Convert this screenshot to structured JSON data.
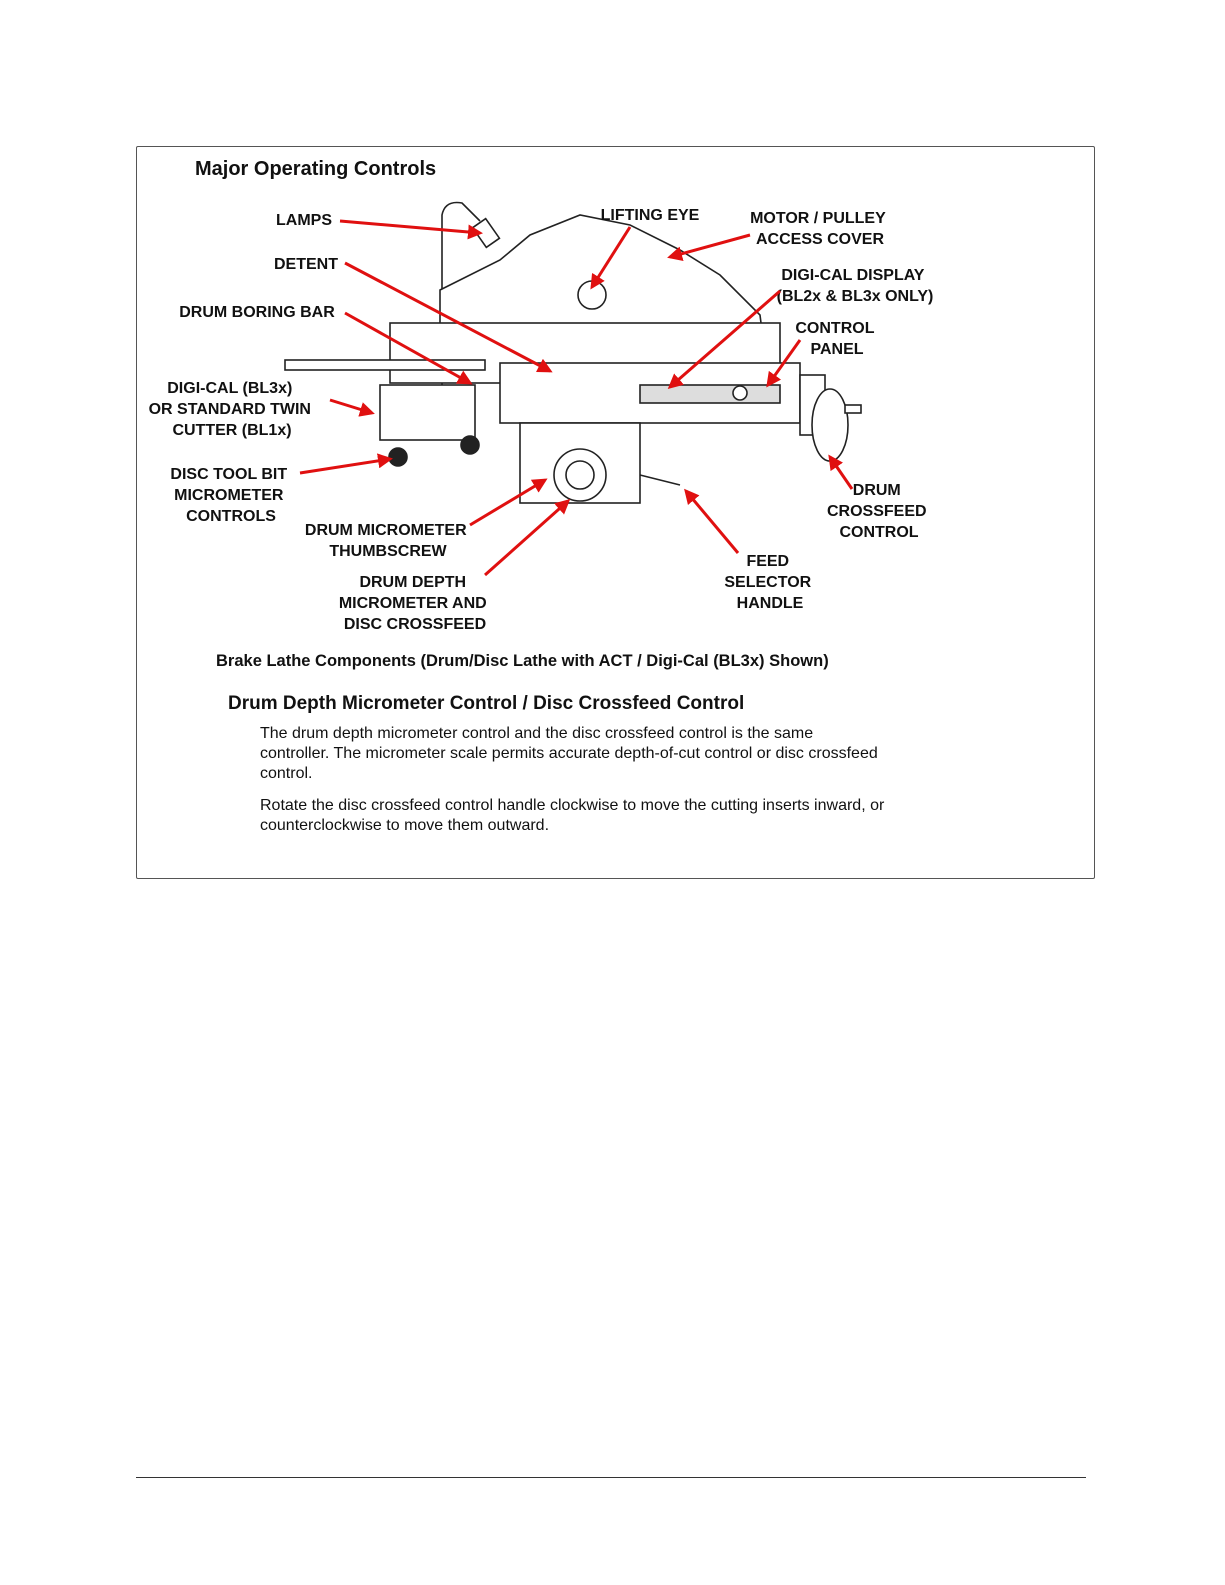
{
  "figure": {
    "heading": "Major Operating Controls",
    "labels": {
      "lamps": [
        "LAMPS"
      ],
      "lifting_eye": [
        "LIFTING EYE"
      ],
      "motor_cover": [
        "MOTOR / PULLEY",
        "ACCESS COVER"
      ],
      "detent": [
        "DETENT"
      ],
      "digi_cal_display": [
        "DIGI-CAL DISPLAY",
        "(BL2x & BL3x ONLY)"
      ],
      "drum_boring_bar": [
        "DRUM BORING BAR"
      ],
      "control_panel": [
        "CONTROL",
        "PANEL"
      ],
      "twin_cutter": [
        "DIGI-CAL (BL3x)",
        "OR STANDARD TWIN",
        "CUTTER (BL1x)"
      ],
      "disc_tool_bit": [
        "DISC TOOL BIT",
        "MICROMETER",
        "CONTROLS"
      ],
      "drum_crossfeed": [
        "DRUM",
        "CROSSFEED",
        "CONTROL"
      ],
      "drum_thumbscrew": [
        "DRUM MICROMETER",
        "THUMBSCREW"
      ],
      "feed_selector": [
        "FEED",
        "SELECTOR",
        "HANDLE"
      ],
      "drum_depth": [
        "DRUM DEPTH",
        "MICROMETER AND",
        "DISC CROSSFEED"
      ]
    },
    "caption": "Brake Lathe Components (Drum/Disc Lathe with ACT / Digi-Cal (BL3x) Shown)"
  },
  "section": {
    "title": "Drum Depth Micrometer Control / Disc Crossfeed Control",
    "paragraph1": "The drum depth micrometer control and the disc crossfeed control is the same controller. The micrometer scale permits accurate depth-of-cut control or disc crossfeed control.",
    "paragraph2": "Rotate the disc crossfeed control handle clockwise to move the cutting inserts inward, or counterclockwise to move them outward."
  },
  "colors": {
    "arrow": "#e01010",
    "frame": "#555555"
  }
}
